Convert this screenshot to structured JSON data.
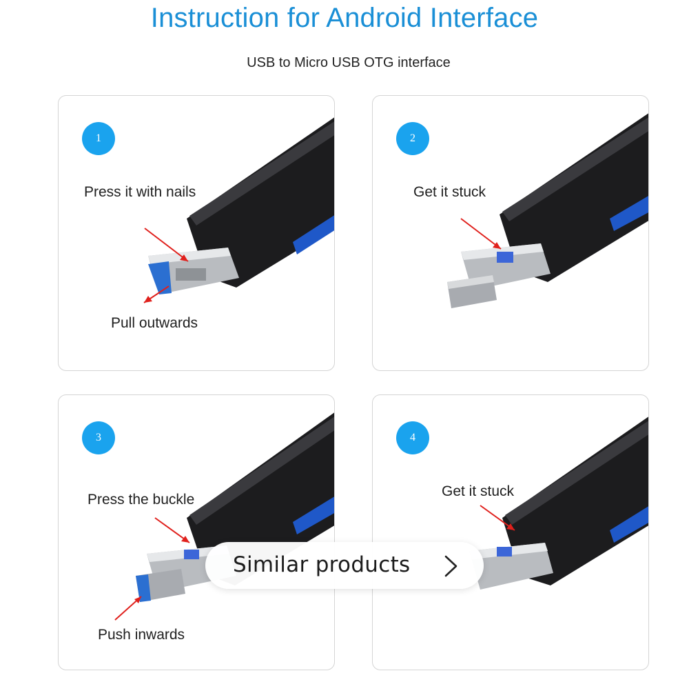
{
  "header": {
    "title": "Instruction for Android Interface",
    "subtitle": "USB to Micro USB OTG interface"
  },
  "steps": [
    {
      "number": "1",
      "label_a": "Press it with nails",
      "label_b": "Pull outwards"
    },
    {
      "number": "2",
      "label_a": "Get it stuck"
    },
    {
      "number": "3",
      "label_a": "Press the buckle",
      "label_b": "Push inwards"
    },
    {
      "number": "4",
      "label_a": "Get it stuck"
    }
  ],
  "overlay": {
    "label": "Similar products",
    "icon": "chevron-right-icon"
  },
  "colors": {
    "title": "#1a8fd6",
    "step_badge": "#1aa3ee",
    "arrow": "#e0201c",
    "device_body": "#1c1c1e",
    "accent_blue": "#1f58c8"
  }
}
